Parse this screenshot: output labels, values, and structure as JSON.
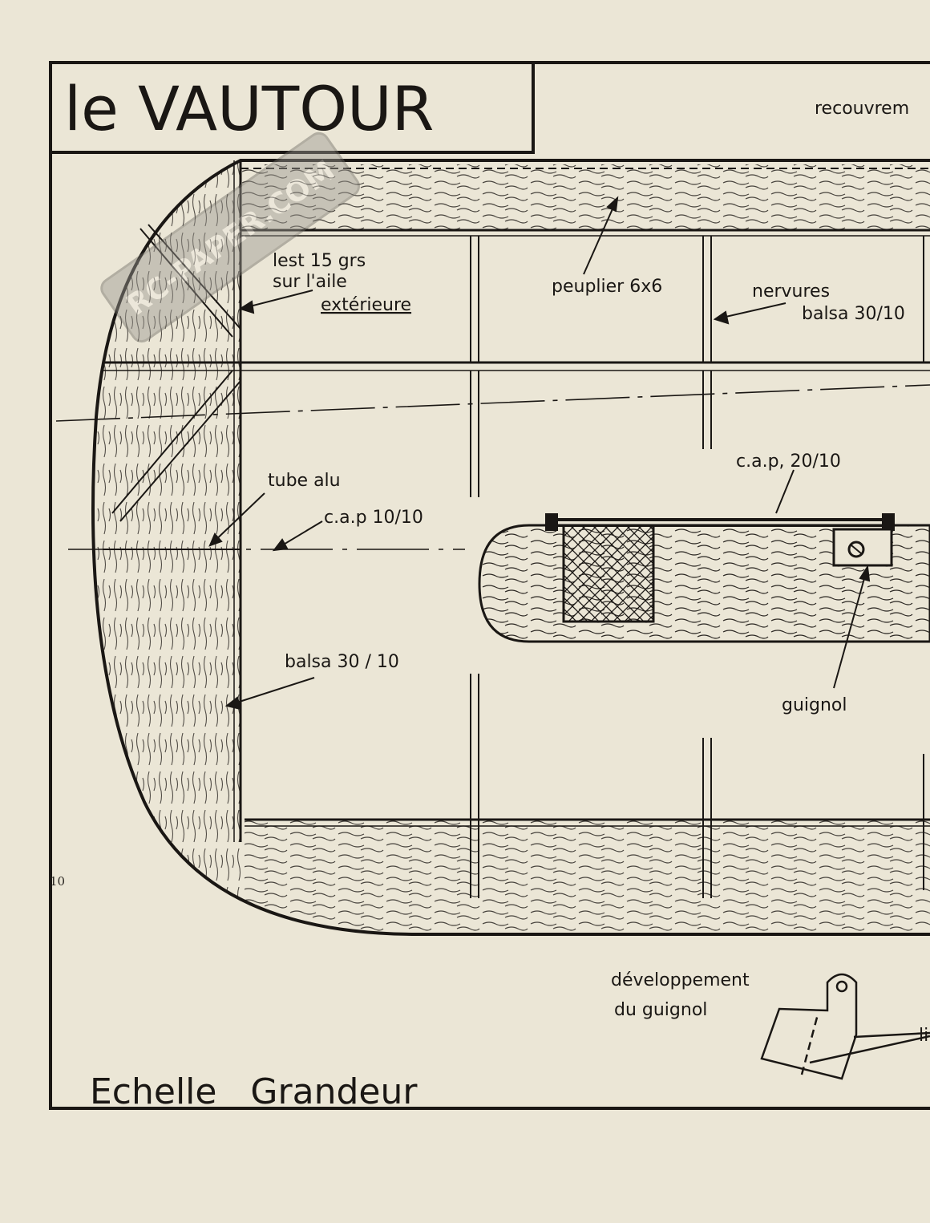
{
  "title": "le VAUTOUR",
  "scale_label": "Echelle   Grandeur",
  "page_number": "10",
  "labels": {
    "recouvrement": "recouvrem",
    "lest_1": "lest 15 grs",
    "lest_2": "sur l'aile",
    "lest_3": "extérieure",
    "peuplier": "peuplier 6x6",
    "nervures_1": "nervures",
    "nervures_2": "balsa 30/10",
    "cap_20": "c.a.p, 20/10",
    "tube_alu": "tube alu",
    "cap_10": "c.a.p 10/10",
    "balsa_30": "balsa 30 / 10",
    "guignol": "guignol",
    "dev_1": "développement",
    "dev_2": "du guignol",
    "li": "li"
  },
  "watermark": "RC-PAPER.COM"
}
